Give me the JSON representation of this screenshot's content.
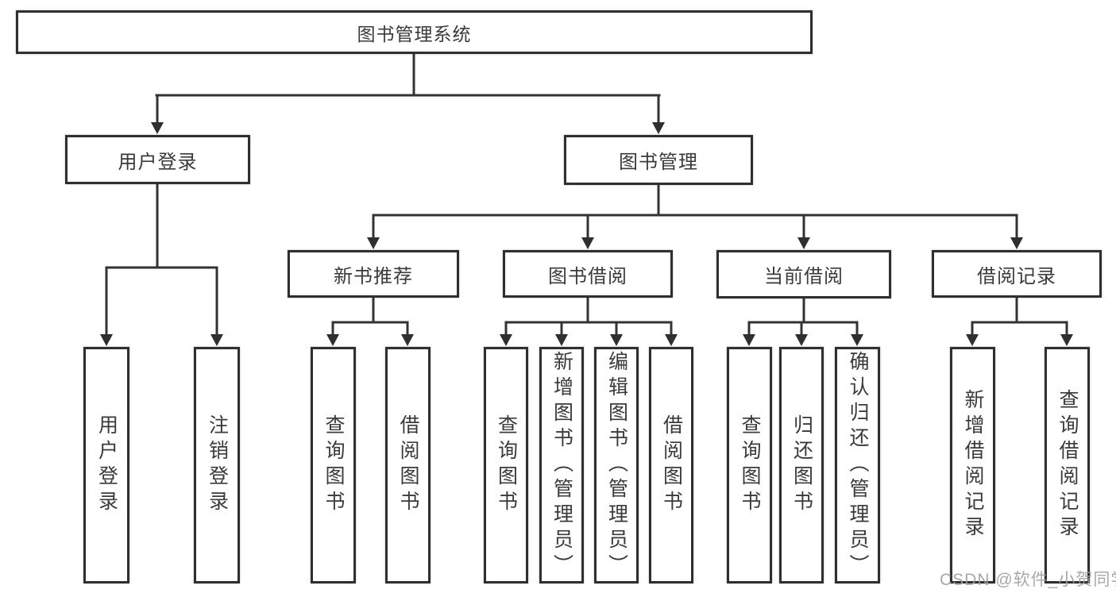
{
  "tree": {
    "root": {
      "label": "图书管理系统"
    },
    "branches": [
      {
        "label": "用户登录",
        "children": [
          "用户登录",
          "注销登录"
        ]
      },
      {
        "label": "图书管理",
        "groups": [
          {
            "label": "新书推荐",
            "children": [
              "查询图书",
              "借阅图书"
            ]
          },
          {
            "label": "图书借阅",
            "children": [
              "查询图书",
              "新增图书（管理员）",
              "编辑图书（管理员）",
              "借阅图书"
            ]
          },
          {
            "label": "当前借阅",
            "children": [
              "查询图书",
              "归还图书",
              "确认归还（管理员）"
            ]
          },
          {
            "label": "借阅记录",
            "children": [
              "新增借阅记录",
              "查询借阅记录"
            ]
          }
        ]
      }
    ]
  },
  "watermark": "CSDN @软件_小贺同学",
  "colors": {
    "line": "#333333",
    "border": "#2f2f2f",
    "text": "#3a3a3a",
    "watermark": "#9e9e9e",
    "background": "#ffffff"
  }
}
